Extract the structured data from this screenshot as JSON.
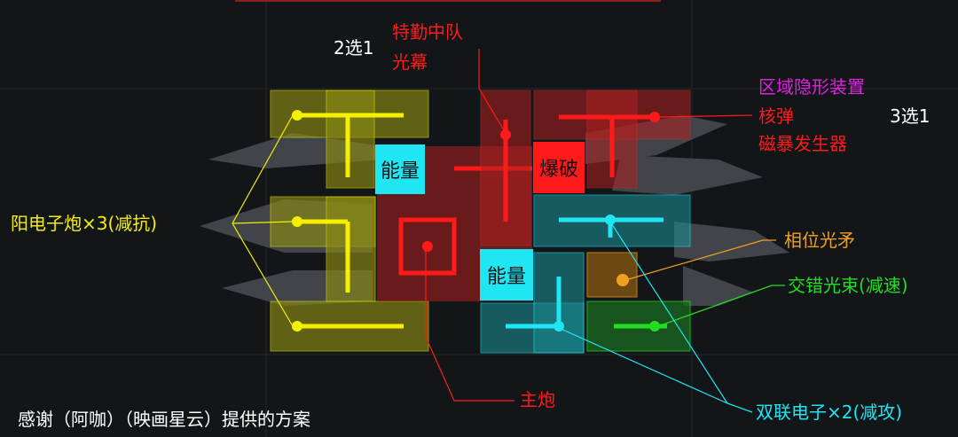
{
  "labels": {
    "choose2": "2选1",
    "special_squad": "特勤中队",
    "light_curtain": "光幕",
    "zone_stealth": "区域隐形装置",
    "nuke": "核弹",
    "magstorm": "磁暴发生器",
    "choose3": "3选1",
    "positron": "阳电子炮×3(减抗)",
    "phase_spear": "相位光矛",
    "cross_beam": "交错光束(减速)",
    "main_gun": "主炮",
    "twin_electron": "双联电子×2(减攻)",
    "credits": "感谢（阿咖）（映画星云）提供的方案"
  },
  "tags": {
    "energy_1": "能量",
    "blast": "爆破",
    "energy_2": "能量"
  },
  "colors": {
    "background": "#131618",
    "yellow": "#f5f000",
    "red": "#ff1a1a",
    "cyan": "#1ee6f2",
    "orange": "#f0a020",
    "green": "#22dd22",
    "magenta": "#e020e0",
    "white": "#ffffff"
  }
}
